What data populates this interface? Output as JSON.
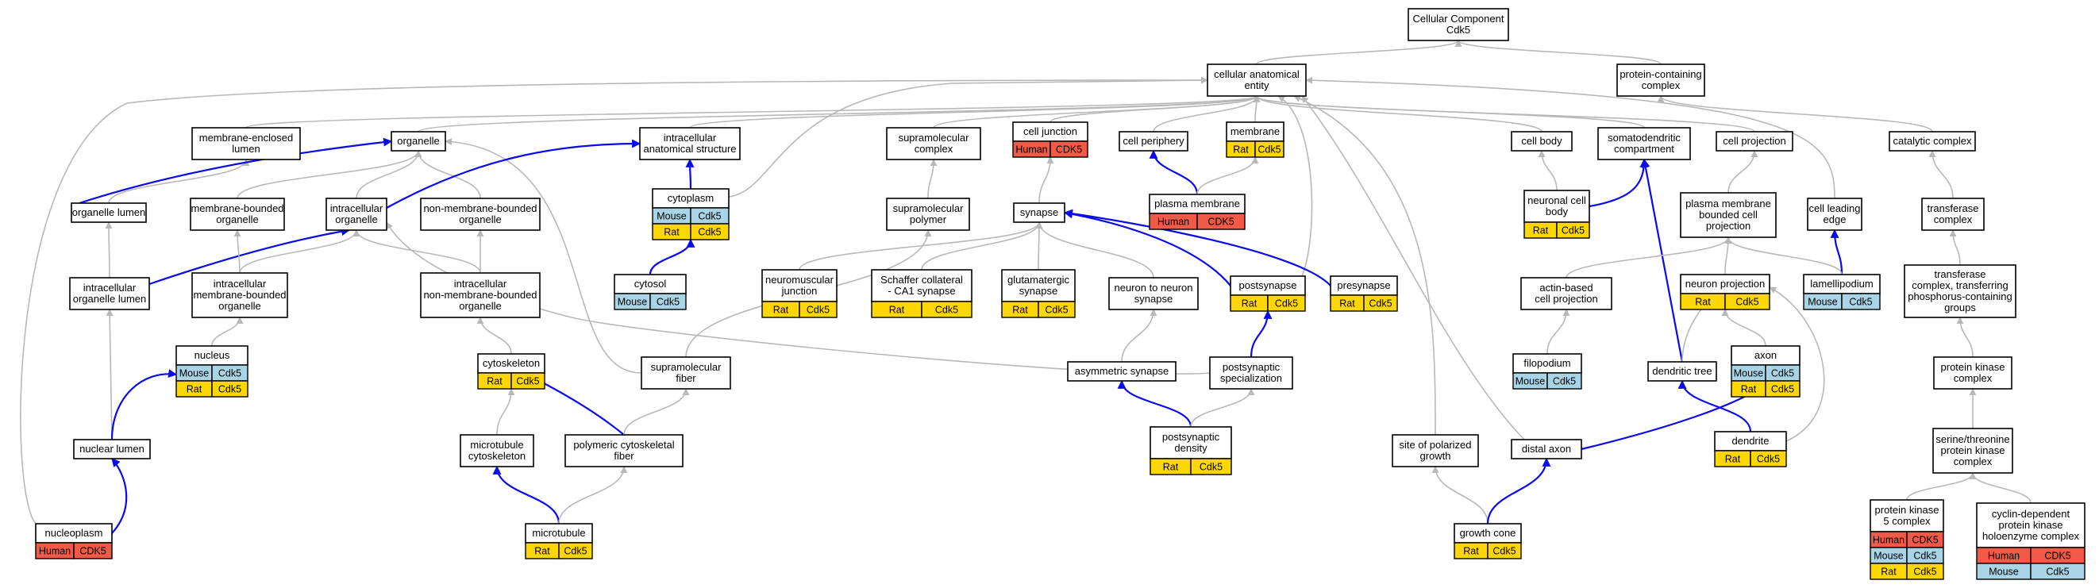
{
  "colors": {
    "gray_edge": "#b8b8b8",
    "blue_edge": "#0a0aee",
    "Human": "#f15a47",
    "Mouse": "#a8d4e6",
    "Rat": "#ffd700"
  },
  "nodes": [
    {
      "id": "root",
      "lines": [
        "Cellular Component",
        "Cdk5"
      ],
      "ann": []
    },
    {
      "id": "cae",
      "lines": [
        "cellular anatomical",
        "entity"
      ],
      "ann": []
    },
    {
      "id": "pcc",
      "lines": [
        "protein-containing",
        "complex"
      ],
      "ann": []
    },
    {
      "id": "mel",
      "lines": [
        "membrane-enclosed",
        "lumen"
      ],
      "ann": []
    },
    {
      "id": "org",
      "lines": [
        "organelle"
      ],
      "ann": []
    },
    {
      "id": "ias",
      "lines": [
        "intracellular",
        "anatomical structure"
      ],
      "ann": []
    },
    {
      "id": "smc",
      "lines": [
        "supramolecular",
        "complex"
      ],
      "ann": []
    },
    {
      "id": "cj",
      "lines": [
        "cell junction"
      ],
      "ann": [
        [
          "Human",
          "CDK5"
        ]
      ]
    },
    {
      "id": "cper",
      "lines": [
        "cell periphery"
      ],
      "ann": []
    },
    {
      "id": "mem",
      "lines": [
        "membrane"
      ],
      "ann": [
        [
          "Rat",
          "Cdk5"
        ]
      ]
    },
    {
      "id": "cbody",
      "lines": [
        "cell body"
      ],
      "ann": []
    },
    {
      "id": "sdc",
      "lines": [
        "somatodendritic",
        "compartment"
      ],
      "ann": []
    },
    {
      "id": "cproj",
      "lines": [
        "cell projection"
      ],
      "ann": []
    },
    {
      "id": "catc",
      "lines": [
        "catalytic complex"
      ],
      "ann": []
    },
    {
      "id": "orgl",
      "lines": [
        "organelle lumen"
      ],
      "ann": []
    },
    {
      "id": "mbo",
      "lines": [
        "membrane-bounded",
        "organelle"
      ],
      "ann": []
    },
    {
      "id": "io",
      "lines": [
        "intracellular",
        "organelle"
      ],
      "ann": []
    },
    {
      "id": "nmbo",
      "lines": [
        "non-membrane-bounded",
        "organelle"
      ],
      "ann": []
    },
    {
      "id": "cyto",
      "lines": [
        "cytoplasm"
      ],
      "ann": [
        [
          "Mouse",
          "Cdk5"
        ],
        [
          "Rat",
          "Cdk5"
        ]
      ]
    },
    {
      "id": "smp",
      "lines": [
        "supramolecular",
        "polymer"
      ],
      "ann": []
    },
    {
      "id": "syn",
      "lines": [
        "synapse"
      ],
      "ann": []
    },
    {
      "id": "pm",
      "lines": [
        "plasma membrane"
      ],
      "ann": [
        [
          "Human",
          "CDK5"
        ]
      ]
    },
    {
      "id": "ncb",
      "lines": [
        "neuronal cell",
        "body"
      ],
      "ann": [
        [
          "Rat",
          "Cdk5"
        ]
      ]
    },
    {
      "id": "pmbcp",
      "lines": [
        "plasma membrane",
        "bounded cell",
        "projection"
      ],
      "ann": []
    },
    {
      "id": "cle",
      "lines": [
        "cell leading",
        "edge"
      ],
      "ann": []
    },
    {
      "id": "tc",
      "lines": [
        "transferase",
        "complex"
      ],
      "ann": []
    },
    {
      "id": "iol",
      "lines": [
        "intracellular",
        "organelle lumen"
      ],
      "ann": []
    },
    {
      "id": "imbo",
      "lines": [
        "intracellular",
        "membrane-bounded",
        "organelle"
      ],
      "ann": []
    },
    {
      "id": "inmbo",
      "lines": [
        "intracellular",
        "non-membrane-bounded",
        "organelle"
      ],
      "ann": []
    },
    {
      "id": "cytosol",
      "lines": [
        "cytosol"
      ],
      "ann": [
        [
          "Mouse",
          "Cdk5"
        ]
      ]
    },
    {
      "id": "nmj",
      "lines": [
        "neuromuscular",
        "junction"
      ],
      "ann": [
        [
          "Rat",
          "Cdk5"
        ]
      ]
    },
    {
      "id": "sca1",
      "lines": [
        "Schaffer collateral",
        "- CA1 synapse"
      ],
      "ann": [
        [
          "Rat",
          "Cdk5"
        ]
      ]
    },
    {
      "id": "glut",
      "lines": [
        "glutamatergic",
        "synapse"
      ],
      "ann": [
        [
          "Rat",
          "Cdk5"
        ]
      ]
    },
    {
      "id": "n2n",
      "lines": [
        "neuron to neuron",
        "synapse"
      ],
      "ann": []
    },
    {
      "id": "postsyn",
      "lines": [
        "postsynapse"
      ],
      "ann": [
        [
          "Rat",
          "Cdk5"
        ]
      ]
    },
    {
      "id": "presyn",
      "lines": [
        "presynapse"
      ],
      "ann": [
        [
          "Rat",
          "Cdk5"
        ]
      ]
    },
    {
      "id": "abcp",
      "lines": [
        "actin-based",
        "cell projection"
      ],
      "ann": []
    },
    {
      "id": "nproj",
      "lines": [
        "neuron projection"
      ],
      "ann": [
        [
          "Rat",
          "Cdk5"
        ]
      ]
    },
    {
      "id": "lam",
      "lines": [
        "lamellipodium"
      ],
      "ann": [
        [
          "Mouse",
          "Cdk5"
        ]
      ]
    },
    {
      "id": "tcpg",
      "lines": [
        "transferase",
        "complex, transferring",
        "phosphorus-containing",
        "groups"
      ],
      "ann": []
    },
    {
      "id": "nucleus",
      "lines": [
        "nucleus"
      ],
      "ann": [
        [
          "Mouse",
          "Cdk5"
        ],
        [
          "Rat",
          "Cdk5"
        ]
      ]
    },
    {
      "id": "cytosk",
      "lines": [
        "cytoskeleton"
      ],
      "ann": [
        [
          "Rat",
          "Cdk5"
        ]
      ]
    },
    {
      "id": "smf",
      "lines": [
        "supramolecular",
        "fiber"
      ],
      "ann": []
    },
    {
      "id": "asyn",
      "lines": [
        "asymmetric synapse"
      ],
      "ann": []
    },
    {
      "id": "pss",
      "lines": [
        "postsynaptic",
        "specialization"
      ],
      "ann": []
    },
    {
      "id": "filo",
      "lines": [
        "filopodium"
      ],
      "ann": [
        [
          "Mouse",
          "Cdk5"
        ]
      ]
    },
    {
      "id": "dtree",
      "lines": [
        "dendritic tree"
      ],
      "ann": []
    },
    {
      "id": "axon",
      "lines": [
        "axon"
      ],
      "ann": [
        [
          "Mouse",
          "Cdk5"
        ],
        [
          "Rat",
          "Cdk5"
        ]
      ]
    },
    {
      "id": "pkc",
      "lines": [
        "protein kinase",
        "complex"
      ],
      "ann": []
    },
    {
      "id": "nl",
      "lines": [
        "nuclear lumen"
      ],
      "ann": []
    },
    {
      "id": "mcsk",
      "lines": [
        "microtubule",
        "cytoskeleton"
      ],
      "ann": []
    },
    {
      "id": "pcf",
      "lines": [
        "polymeric cytoskeletal",
        "fiber"
      ],
      "ann": []
    },
    {
      "id": "psd",
      "lines": [
        "postsynaptic",
        "density"
      ],
      "ann": [
        [
          "Rat",
          "Cdk5"
        ]
      ]
    },
    {
      "id": "spg",
      "lines": [
        "site of polarized",
        "growth"
      ],
      "ann": []
    },
    {
      "id": "daxon",
      "lines": [
        "distal axon"
      ],
      "ann": []
    },
    {
      "id": "dend",
      "lines": [
        "dendrite"
      ],
      "ann": [
        [
          "Rat",
          "Cdk5"
        ]
      ]
    },
    {
      "id": "stpk",
      "lines": [
        "serine/threonine",
        "protein kinase",
        "complex"
      ],
      "ann": []
    },
    {
      "id": "np",
      "lines": [
        "nucleoplasm"
      ],
      "ann": [
        [
          "Human",
          "CDK5"
        ]
      ]
    },
    {
      "id": "mt",
      "lines": [
        "microtubule"
      ],
      "ann": [
        [
          "Rat",
          "Cdk5"
        ]
      ]
    },
    {
      "id": "gc",
      "lines": [
        "growth cone"
      ],
      "ann": [
        [
          "Rat",
          "Cdk5"
        ]
      ]
    },
    {
      "id": "pk5",
      "lines": [
        "protein kinase",
        "5 complex"
      ],
      "ann": [
        [
          "Human",
          "CDK5"
        ],
        [
          "Mouse",
          "Cdk5"
        ],
        [
          "Rat",
          "Cdk5"
        ]
      ]
    },
    {
      "id": "cdpk",
      "lines": [
        "cyclin-dependent",
        "protein kinase",
        "holoenzyme complex"
      ],
      "ann": [
        [
          "Human",
          "CDK5"
        ],
        [
          "Mouse",
          "Cdk5"
        ]
      ]
    }
  ],
  "edges": [
    {
      "from": "cae",
      "to": "root",
      "kind": "gray"
    },
    {
      "from": "pcc",
      "to": "root",
      "kind": "gray"
    },
    {
      "from": "mel",
      "to": "cae",
      "kind": "gray"
    },
    {
      "from": "org",
      "to": "cae",
      "kind": "gray"
    },
    {
      "from": "ias",
      "to": "cae",
      "kind": "gray"
    },
    {
      "from": "smc",
      "to": "cae",
      "kind": "gray"
    },
    {
      "from": "cj",
      "to": "cae",
      "kind": "gray"
    },
    {
      "from": "cper",
      "to": "cae",
      "kind": "gray"
    },
    {
      "from": "mem",
      "to": "cae",
      "kind": "gray"
    },
    {
      "from": "cbody",
      "to": "cae",
      "kind": "gray"
    },
    {
      "from": "sdc",
      "to": "cae",
      "kind": "gray"
    },
    {
      "from": "cproj",
      "to": "cae",
      "kind": "gray"
    },
    {
      "from": "cle",
      "to": "cae",
      "kind": "gray"
    },
    {
      "from": "np",
      "to": "cae",
      "kind": "gray"
    },
    {
      "from": "cyto",
      "to": "cae",
      "kind": "gray"
    },
    {
      "from": "postsyn",
      "to": "cae",
      "kind": "gray"
    },
    {
      "from": "spg",
      "to": "cae",
      "kind": "gray"
    },
    {
      "from": "daxon",
      "to": "cae",
      "kind": "gray"
    },
    {
      "from": "catc",
      "to": "pcc",
      "kind": "gray"
    },
    {
      "from": "orgl",
      "to": "mel",
      "kind": "gray"
    },
    {
      "from": "orgl",
      "to": "org",
      "kind": "blue"
    },
    {
      "from": "mbo",
      "to": "org",
      "kind": "gray"
    },
    {
      "from": "io",
      "to": "org",
      "kind": "gray"
    },
    {
      "from": "nmbo",
      "to": "org",
      "kind": "gray"
    },
    {
      "from": "smf",
      "to": "org",
      "kind": "gray"
    },
    {
      "from": "io",
      "to": "ias",
      "kind": "blue"
    },
    {
      "from": "cyto",
      "to": "ias",
      "kind": "blue"
    },
    {
      "from": "smp",
      "to": "smc",
      "kind": "gray"
    },
    {
      "from": "syn",
      "to": "cj",
      "kind": "gray"
    },
    {
      "from": "pm",
      "to": "cper",
      "kind": "blue"
    },
    {
      "from": "pm",
      "to": "mem",
      "kind": "gray"
    },
    {
      "from": "ncb",
      "to": "cbody",
      "kind": "gray"
    },
    {
      "from": "ncb",
      "to": "sdc",
      "kind": "blue"
    },
    {
      "from": "dtree",
      "to": "sdc",
      "kind": "blue"
    },
    {
      "from": "pmbcp",
      "to": "cproj",
      "kind": "gray"
    },
    {
      "from": "lam",
      "to": "cle",
      "kind": "blue"
    },
    {
      "from": "tc",
      "to": "catc",
      "kind": "gray"
    },
    {
      "from": "iol",
      "to": "orgl",
      "kind": "gray"
    },
    {
      "from": "iol",
      "to": "io",
      "kind": "blue"
    },
    {
      "from": "imbo",
      "to": "mbo",
      "kind": "gray"
    },
    {
      "from": "imbo",
      "to": "io",
      "kind": "gray"
    },
    {
      "from": "inmbo",
      "to": "nmbo",
      "kind": "gray"
    },
    {
      "from": "inmbo",
      "to": "io",
      "kind": "gray"
    },
    {
      "from": "cytosol",
      "to": "cyto",
      "kind": "blue"
    },
    {
      "from": "smf",
      "to": "smp",
      "kind": "gray"
    },
    {
      "from": "nmj",
      "to": "syn",
      "kind": "gray"
    },
    {
      "from": "sca1",
      "to": "syn",
      "kind": "gray"
    },
    {
      "from": "glut",
      "to": "syn",
      "kind": "gray"
    },
    {
      "from": "n2n",
      "to": "syn",
      "kind": "gray"
    },
    {
      "from": "postsyn",
      "to": "syn",
      "kind": "blue"
    },
    {
      "from": "presyn",
      "to": "syn",
      "kind": "blue"
    },
    {
      "from": "abcp",
      "to": "pmbcp",
      "kind": "gray"
    },
    {
      "from": "nproj",
      "to": "pmbcp",
      "kind": "gray"
    },
    {
      "from": "lam",
      "to": "pmbcp",
      "kind": "gray"
    },
    {
      "from": "tcpg",
      "to": "tc",
      "kind": "gray"
    },
    {
      "from": "nl",
      "to": "iol",
      "kind": "gray"
    },
    {
      "from": "nl",
      "to": "nucleus",
      "kind": "blue"
    },
    {
      "from": "nucleus",
      "to": "imbo",
      "kind": "gray"
    },
    {
      "from": "cytosk",
      "to": "inmbo",
      "kind": "gray"
    },
    {
      "from": "pss",
      "to": "io",
      "kind": "gray"
    },
    {
      "from": "mcsk",
      "to": "cytosk",
      "kind": "gray"
    },
    {
      "from": "pcf",
      "to": "cytosk",
      "kind": "blue"
    },
    {
      "from": "pcf",
      "to": "smf",
      "kind": "gray"
    },
    {
      "from": "asyn",
      "to": "n2n",
      "kind": "gray"
    },
    {
      "from": "psd",
      "to": "asyn",
      "kind": "blue"
    },
    {
      "from": "psd",
      "to": "pss",
      "kind": "gray"
    },
    {
      "from": "pss",
      "to": "postsyn",
      "kind": "blue"
    },
    {
      "from": "filo",
      "to": "abcp",
      "kind": "gray"
    },
    {
      "from": "dtree",
      "to": "nproj",
      "kind": "gray"
    },
    {
      "from": "axon",
      "to": "nproj",
      "kind": "gray"
    },
    {
      "from": "dend",
      "to": "nproj",
      "kind": "gray"
    },
    {
      "from": "daxon",
      "to": "axon",
      "kind": "blue"
    },
    {
      "from": "dend",
      "to": "dtree",
      "kind": "blue"
    },
    {
      "from": "pkc",
      "to": "tcpg",
      "kind": "gray"
    },
    {
      "from": "np",
      "to": "nl",
      "kind": "blue"
    },
    {
      "from": "mt",
      "to": "mcsk",
      "kind": "blue"
    },
    {
      "from": "mt",
      "to": "pcf",
      "kind": "gray"
    },
    {
      "from": "gc",
      "to": "spg",
      "kind": "gray"
    },
    {
      "from": "gc",
      "to": "daxon",
      "kind": "blue"
    },
    {
      "from": "stpk",
      "to": "pkc",
      "kind": "gray"
    },
    {
      "from": "pk5",
      "to": "stpk",
      "kind": "gray"
    },
    {
      "from": "cdpk",
      "to": "stpk",
      "kind": "gray"
    }
  ]
}
